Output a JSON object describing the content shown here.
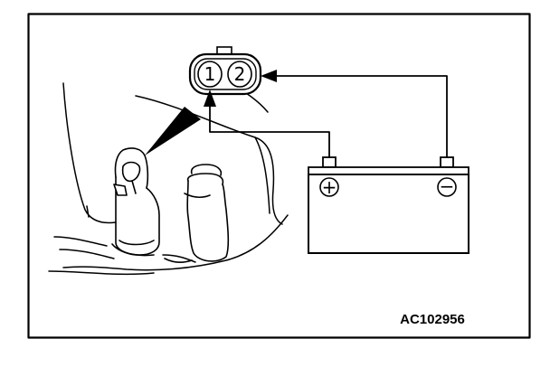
{
  "figure": {
    "reference_code": "AC102956"
  },
  "connector": {
    "pins": [
      "1",
      "2"
    ]
  },
  "battery": {
    "positive_symbol": "+",
    "negative_symbol": "−"
  },
  "colors": {
    "ink": "#000000",
    "paper": "#ffffff"
  }
}
